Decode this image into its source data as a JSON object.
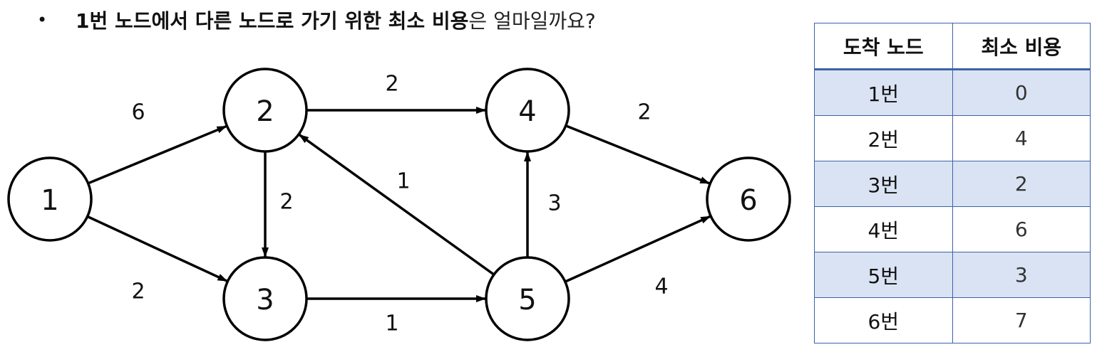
{
  "question": {
    "bullet": "•",
    "bold_text": "1번 노드에서 다른 노드로 가기 위한 최소 비용",
    "rest_text": "은 얼마일까요?"
  },
  "graph": {
    "nodes": [
      {
        "id": "1",
        "label": "1"
      },
      {
        "id": "2",
        "label": "2"
      },
      {
        "id": "3",
        "label": "3"
      },
      {
        "id": "4",
        "label": "4"
      },
      {
        "id": "5",
        "label": "5"
      },
      {
        "id": "6",
        "label": "6"
      }
    ],
    "edges": [
      {
        "from": "1",
        "to": "2",
        "weight": "6"
      },
      {
        "from": "1",
        "to": "3",
        "weight": "2"
      },
      {
        "from": "2",
        "to": "4",
        "weight": "2"
      },
      {
        "from": "2",
        "to": "3",
        "weight": "2"
      },
      {
        "from": "3",
        "to": "5",
        "weight": "1"
      },
      {
        "from": "5",
        "to": "2",
        "weight": "1"
      },
      {
        "from": "5",
        "to": "4",
        "weight": "3"
      },
      {
        "from": "4",
        "to": "6",
        "weight": "2"
      },
      {
        "from": "5",
        "to": "6",
        "weight": "4"
      }
    ]
  },
  "table": {
    "headers": [
      "도착 노드",
      "최소 비용"
    ],
    "rows": [
      {
        "dest": "1번",
        "cost": "0"
      },
      {
        "dest": "2번",
        "cost": "4"
      },
      {
        "dest": "3번",
        "cost": "2"
      },
      {
        "dest": "4번",
        "cost": "6"
      },
      {
        "dest": "5번",
        "cost": "3"
      },
      {
        "dest": "6번",
        "cost": "7"
      }
    ]
  }
}
